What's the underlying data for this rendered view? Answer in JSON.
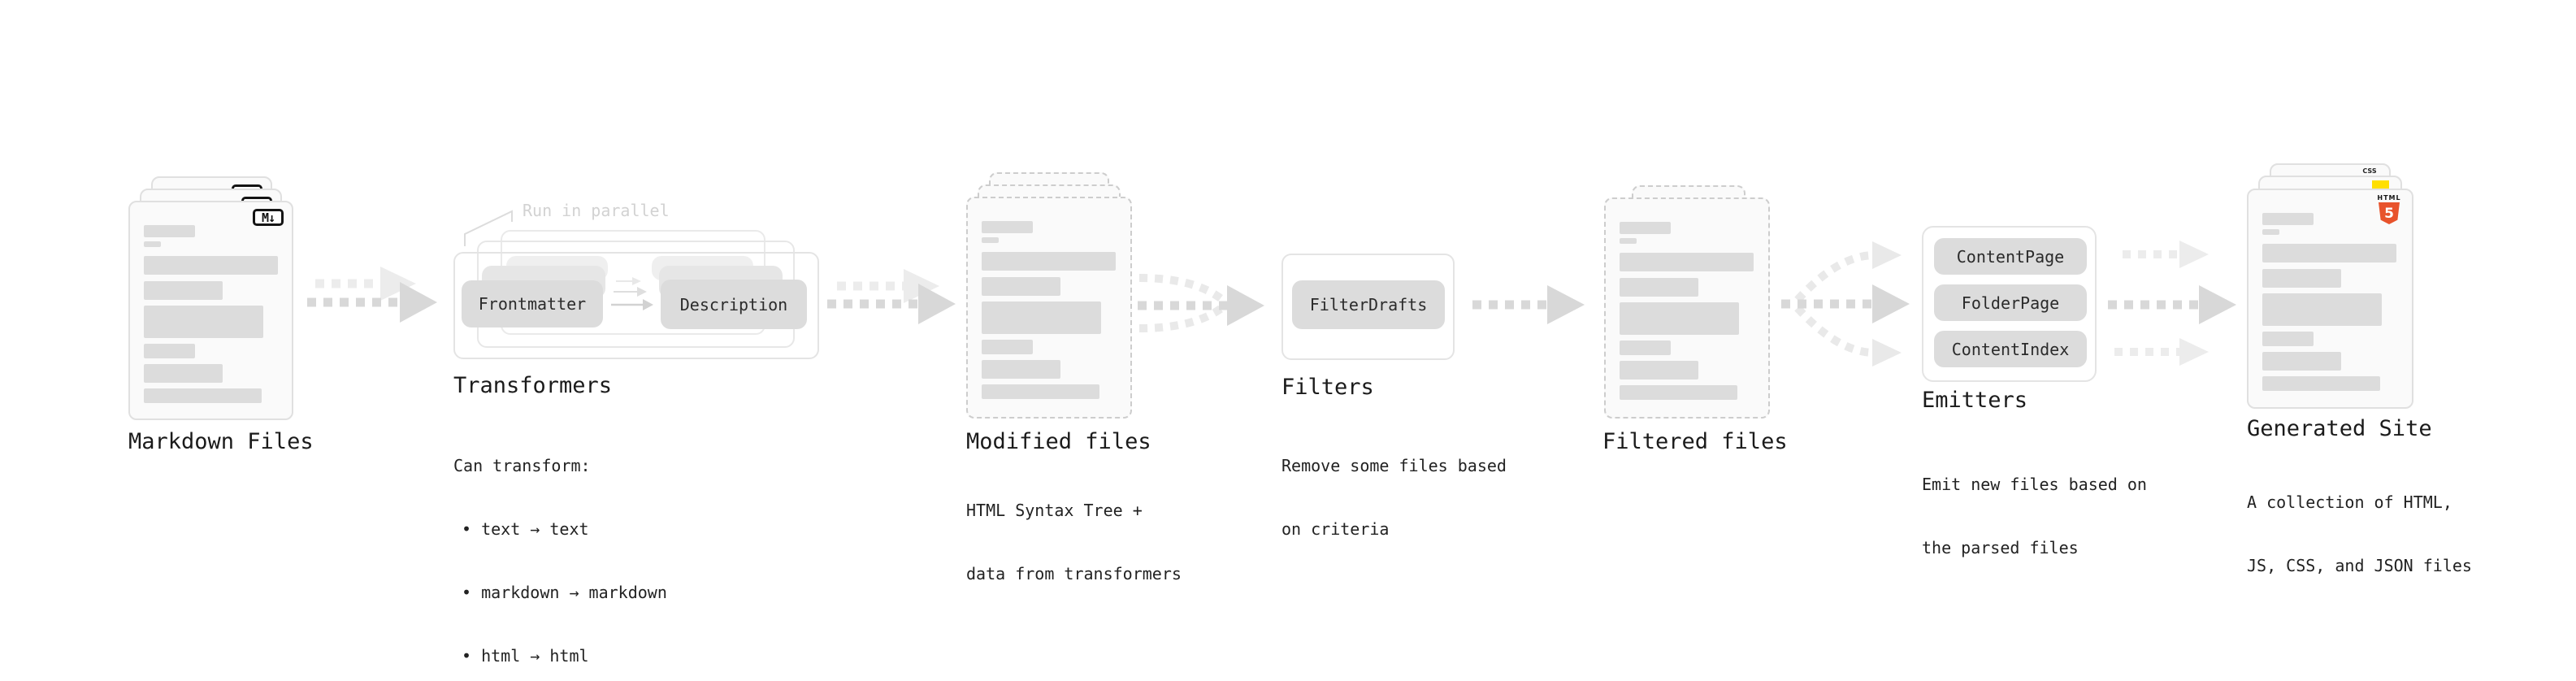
{
  "diagram": {
    "markdown_files": {
      "label": "Markdown Files",
      "badge": "M↓"
    },
    "transformers": {
      "annotation": "Run in parallel",
      "source_box": "Frontmatter",
      "target_box": "Description",
      "title": "Transformers",
      "subtitle": "Can transform:",
      "bullets": [
        "• text → text",
        "• markdown → markdown",
        "• html → html"
      ]
    },
    "modified_files": {
      "label": "Modified files",
      "desc_line1": "HTML Syntax Tree +",
      "desc_line2": "data from transformers"
    },
    "filters": {
      "box": "FilterDrafts",
      "title": "Filters",
      "desc_line1": "Remove some files based",
      "desc_line2": "on criteria"
    },
    "filtered_files": {
      "label": "Filtered files"
    },
    "emitters": {
      "boxes": [
        "ContentPage",
        "FolderPage",
        "ContentIndex"
      ],
      "title": "Emitters",
      "desc_line1": "Emit new files based on",
      "desc_line2": "the parsed files"
    },
    "generated_site": {
      "label": "Generated Site",
      "desc_line1": "A collection of HTML,",
      "desc_line2": "JS, CSS, and JSON files",
      "css_badge": "CSS",
      "html_badge_label": "HTML",
      "html_badge_number": "5"
    },
    "colors": {
      "html5_orange": "#e8532c",
      "js_yellow": "#ffdf00",
      "css_blue": "#2563eb",
      "doc_fill": "#fafafa",
      "doc_border": "#e0e0e0",
      "placeholder_bar": "#dcdcdc",
      "box_fill": "#dcdcdc",
      "arrow_dark": "#d8d8d8",
      "arrow_light": "#ececec",
      "text": "#1f1f1f",
      "muted": "#d2d2d2"
    }
  }
}
